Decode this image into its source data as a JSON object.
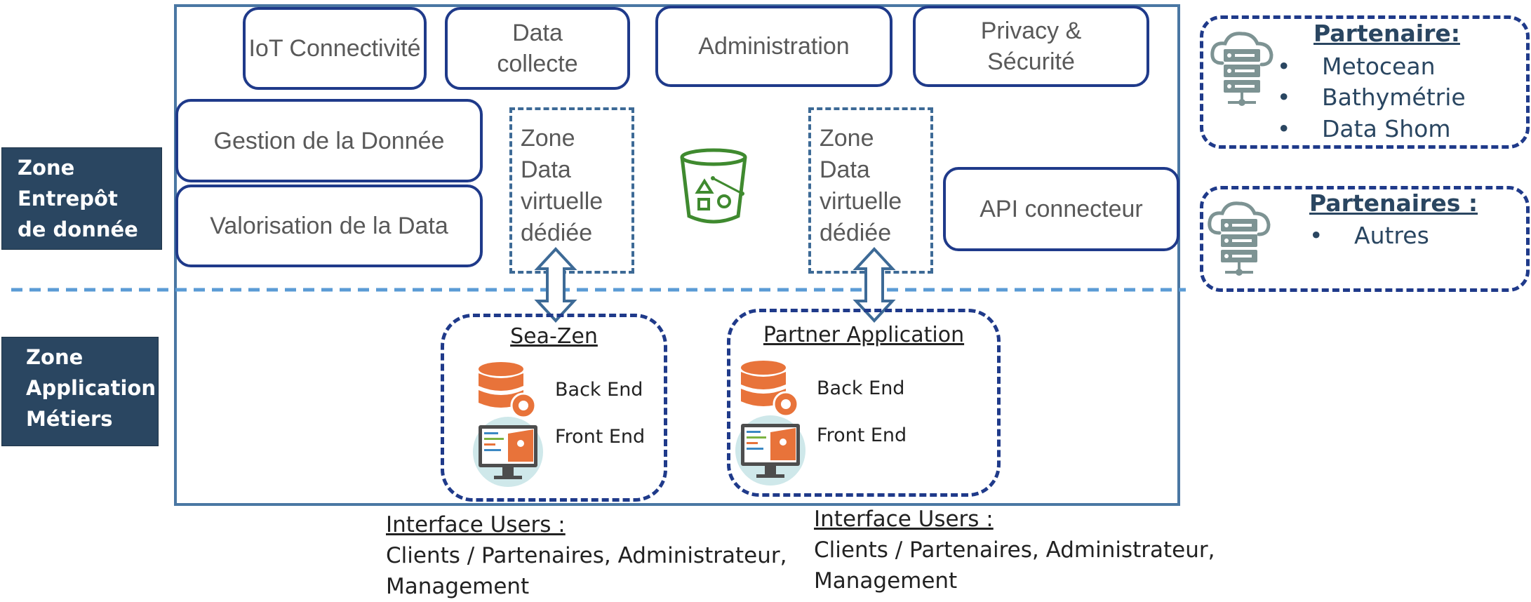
{
  "zones": {
    "warehouse": "Zone Entrepôt de donnée",
    "application": "Zone Application Métiers"
  },
  "modules": {
    "iot": "IoT Connectivité",
    "data_collecte": "Data collecte",
    "administration": "Administration",
    "privacy": "Privacy & Sécurité",
    "gestion": "Gestion de la Donnée",
    "valorisation": "Valorisation de la Data",
    "api": "API connecteur"
  },
  "virtual_zones": [
    "Zone Data virtuelle dédiée",
    "Zone Data virtuelle dédiée"
  ],
  "apps": [
    {
      "title": "Sea-Zen",
      "back_end": "Back End",
      "front_end": "Front End"
    },
    {
      "title": "Partner Application",
      "back_end": "Back End",
      "front_end": "Front End"
    }
  ],
  "partners": [
    {
      "title": "Partenaire:",
      "items": [
        "Metocean",
        "Bathymétrie",
        "Data Shom"
      ]
    },
    {
      "title": "Partenaires :",
      "items": [
        "Autres"
      ]
    }
  ],
  "captions": [
    {
      "title": "Interface Users :",
      "line1": "Clients / Partenaires, Administrateur,",
      "line2": "Management"
    },
    {
      "title": "Interface Users :",
      "line1": "Clients / Partenaires, Administrateur,",
      "line2": "Management"
    }
  ],
  "colors": {
    "zone_label_bg": "#2a4661",
    "box_border": "#1f3a8a",
    "frame_border": "#4a77a3",
    "divider": "#5b9bd5",
    "bucket_green": "#3f8a2f",
    "db_orange": "#e8733a",
    "server_gray": "#7d9393"
  },
  "icons": {
    "bucket": "storage-bucket-icon",
    "database": "database-gear-icon",
    "monitor": "monitor-code-icon",
    "cloud_server": "cloud-server-icon"
  }
}
